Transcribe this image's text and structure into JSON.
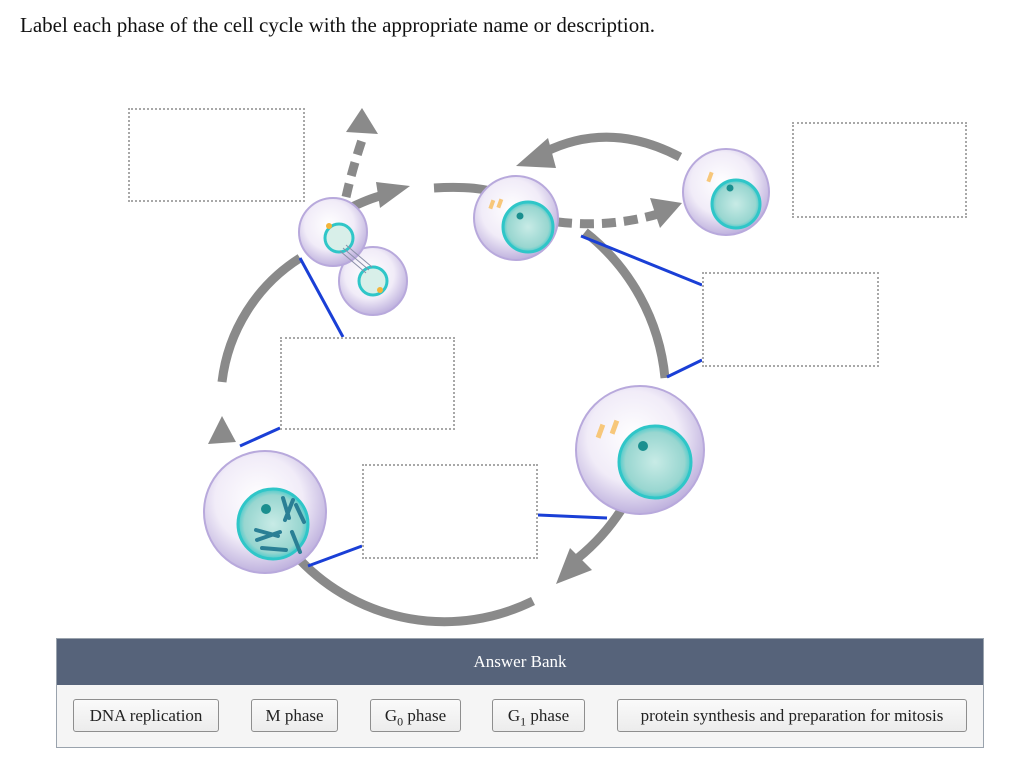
{
  "prompt": "Label each phase of the cell cycle with the appropriate name or description.",
  "answer_bank": {
    "title": "Answer Bank",
    "items": [
      {
        "id": "dna-replication",
        "text": "DNA replication"
      },
      {
        "id": "m-phase",
        "text": "M phase"
      },
      {
        "id": "g0-phase",
        "main": "G",
        "sub": "0",
        "rest": " phase"
      },
      {
        "id": "g1-phase",
        "main": "G",
        "sub": "1",
        "rest": " phase"
      },
      {
        "id": "protein-synthesis",
        "text": "protein synthesis and preparation for mitosis"
      }
    ]
  },
  "colors": {
    "arrow": "#8a8a8a",
    "leader_line": "#1a3fd6",
    "bank_header": "#56637a",
    "nucleus": "#2fc6c8",
    "cell_membrane": "#c9bde6"
  }
}
